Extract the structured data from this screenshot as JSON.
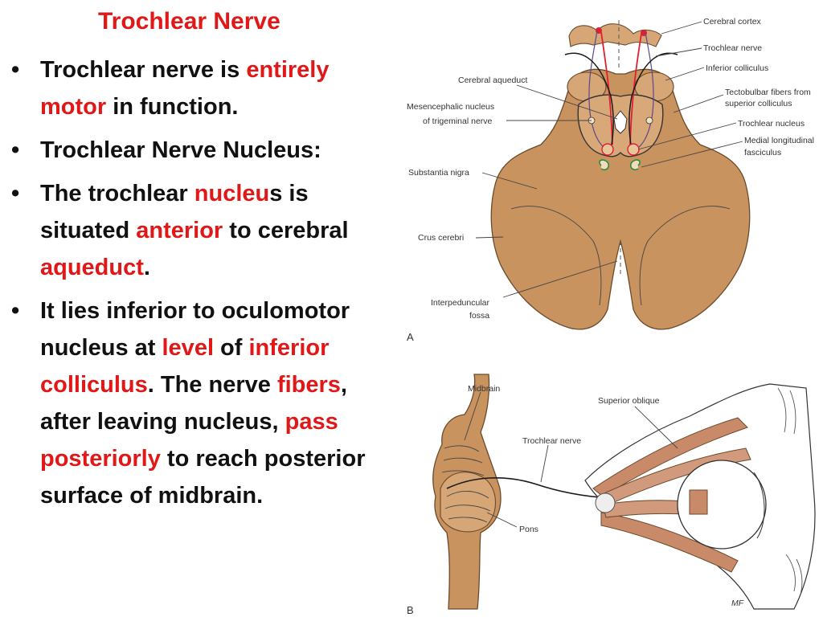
{
  "slide": {
    "title": "Trochlear Nerve",
    "bullet_char": "•",
    "bullets": [
      [
        {
          "t": "Trochlear nerve is ",
          "h": false
        },
        {
          "t": "entirely motor",
          "h": true
        },
        {
          "t": " in function.",
          "h": false
        }
      ],
      [
        {
          "t": "Trochlear Nerve Nucleus:",
          "h": false
        }
      ],
      [
        {
          "t": "The trochlear ",
          "h": false
        },
        {
          "t": "nucleu",
          "h": true
        },
        {
          "t": "s is situated  ",
          "h": false
        },
        {
          "t": "anterior",
          "h": true
        },
        {
          "t": " to cerebral ",
          "h": false
        },
        {
          "t": "aqueduct",
          "h": true
        },
        {
          "t": ".",
          "h": false
        }
      ],
      [
        {
          "t": "It lies inferior to oculomotor nucleus at ",
          "h": false
        },
        {
          "t": "level",
          "h": true
        },
        {
          "t": " of ",
          "h": false
        },
        {
          "t": "inferior colliculus",
          "h": true
        },
        {
          "t": ". The nerve ",
          "h": false
        },
        {
          "t": "fibers",
          "h": true
        },
        {
          "t": ", after leaving nucleus, ",
          "h": false
        },
        {
          "t": "pass posteriorly",
          "h": true
        },
        {
          "t": " to reach posterior surface of midbrain.",
          "h": false
        }
      ]
    ]
  },
  "figure_a": {
    "panel_letter": "A",
    "labels": {
      "cerebral_cortex": "Cerebral cortex",
      "trochlear_nerve": "Trochlear nerve",
      "inferior_colliculus": "Inferior colliculus",
      "cerebral_aqueduct": "Cerebral aqueduct",
      "tectobulbar_1": "Tectobulbar fibers from",
      "tectobulbar_2": "superior colliculus",
      "mesencephalic_1": "Mesencephalic nucleus",
      "mesencephalic_2": "of trigeminal nerve",
      "trochlear_nucleus": "Trochlear nucleus",
      "mlf_1": "Medial longitudinal",
      "mlf_2": "fasciculus",
      "substantia_nigra": "Substantia nigra",
      "crus_cerebri": "Crus cerebri",
      "interpeduncular_1": "Interpeduncular",
      "interpeduncular_2": "fossa"
    }
  },
  "figure_b": {
    "panel_letter": "B",
    "labels": {
      "midbrain": "Midbrain",
      "superior_oblique": "Superior oblique",
      "trochlear_nerve": "Trochlear nerve",
      "pons": "Pons",
      "signature": "MF"
    }
  },
  "colors": {
    "highlight": "#e01818",
    "text": "#111111",
    "tissue": "#c8935e",
    "tissue_outline": "#6b4a2c",
    "nerve_red": "#e02030",
    "nerve_dark": "#1a1a1a",
    "tract_green": "#2e8b3a",
    "tract_purple": "#5a4a8a"
  }
}
